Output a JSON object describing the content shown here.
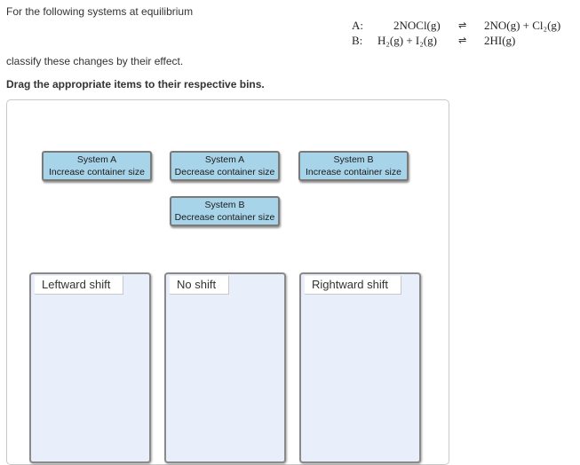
{
  "intro_text": "For the following systems at equilibrium",
  "equations": [
    {
      "label": "A:",
      "left": "2NOCl(g)",
      "arrow": "⇌",
      "right": "2NO(g) + Cl₂(g)"
    },
    {
      "label": "B:",
      "left": "H₂(g) + I₂(g)",
      "arrow": "⇌",
      "right": "2HI(g)"
    }
  ],
  "classify_text": "classify these changes by their effect.",
  "instruction_text": "Drag the appropriate items to their respective bins.",
  "items": [
    {
      "line1": "System A",
      "line2": "Increase container size"
    },
    {
      "line1": "System A",
      "line2": "Decrease container size"
    },
    {
      "line1": "System B",
      "line2": "Increase container size"
    },
    {
      "line1": "System B",
      "line2": "Decrease container size"
    }
  ],
  "bins": [
    {
      "label": "Leftward shift"
    },
    {
      "label": "No shift"
    },
    {
      "label": "Rightward shift"
    }
  ],
  "colors": {
    "item_fill": "#a8d4ea",
    "bin_fill": "#e8eefa"
  }
}
